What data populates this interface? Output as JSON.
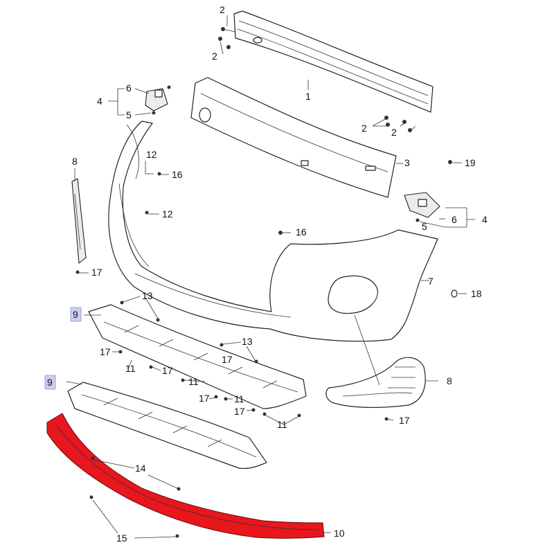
{
  "diagram": {
    "highlight_color": "#e8161d",
    "callout_highlight_color": "#c9cdf0",
    "callouts": [
      {
        "id": "c1",
        "text": "1"
      },
      {
        "id": "c2a",
        "text": "2"
      },
      {
        "id": "c2b",
        "text": "2"
      },
      {
        "id": "c2c",
        "text": "2"
      },
      {
        "id": "c2d",
        "text": "2"
      },
      {
        "id": "c3",
        "text": "3"
      },
      {
        "id": "c4a",
        "text": "4"
      },
      {
        "id": "c4b",
        "text": "4"
      },
      {
        "id": "c5a",
        "text": "5"
      },
      {
        "id": "c5b",
        "text": "5"
      },
      {
        "id": "c6a",
        "text": "6"
      },
      {
        "id": "c6b",
        "text": "6"
      },
      {
        "id": "c7",
        "text": "7"
      },
      {
        "id": "c8a",
        "text": "8"
      },
      {
        "id": "c8b",
        "text": "8"
      },
      {
        "id": "c9a",
        "text": "9"
      },
      {
        "id": "c9b",
        "text": "9"
      },
      {
        "id": "c10",
        "text": "10"
      },
      {
        "id": "c11a",
        "text": "11"
      },
      {
        "id": "c11b",
        "text": "11"
      },
      {
        "id": "c11c",
        "text": "11"
      },
      {
        "id": "c11d",
        "text": "11"
      },
      {
        "id": "c12a",
        "text": "12"
      },
      {
        "id": "c12b",
        "text": "12"
      },
      {
        "id": "c13a",
        "text": "13"
      },
      {
        "id": "c13b",
        "text": "13"
      },
      {
        "id": "c14",
        "text": "14"
      },
      {
        "id": "c15",
        "text": "15"
      },
      {
        "id": "c16a",
        "text": "16"
      },
      {
        "id": "c16b",
        "text": "16"
      },
      {
        "id": "c17a",
        "text": "17"
      },
      {
        "id": "c17b",
        "text": "17"
      },
      {
        "id": "c17c",
        "text": "17"
      },
      {
        "id": "c17d",
        "text": "17"
      },
      {
        "id": "c17e",
        "text": "17"
      },
      {
        "id": "c17f",
        "text": "17"
      },
      {
        "id": "c17g",
        "text": "17"
      },
      {
        "id": "c18",
        "text": "18"
      },
      {
        "id": "c19",
        "text": "19"
      }
    ]
  }
}
